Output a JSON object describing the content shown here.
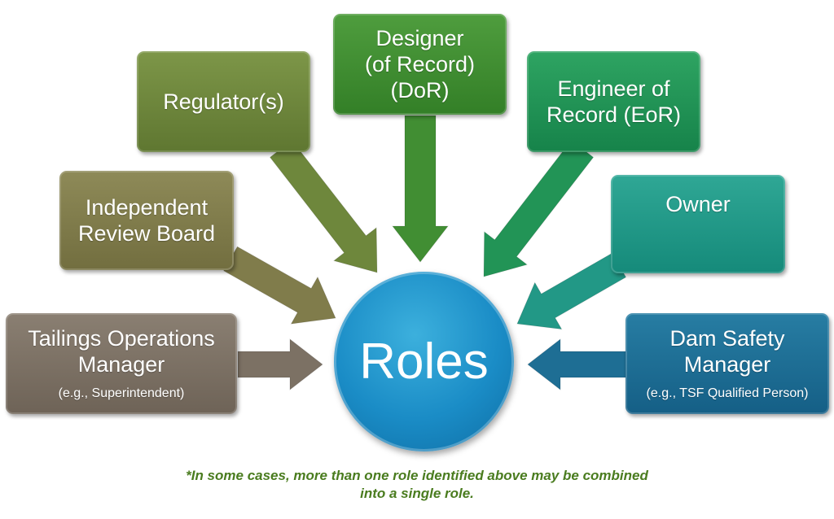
{
  "center": {
    "label": "Roles"
  },
  "roles": {
    "tailings_operations_manager": {
      "title": "Tailings Operations Manager",
      "note": "(e.g., Superintendent)"
    },
    "independent_review_board": {
      "title": "Independent Review Board"
    },
    "regulators": {
      "title": "Regulator(s)"
    },
    "designer_of_record": {
      "title": "Designer (of Record) (DoR)"
    },
    "engineer_of_record": {
      "title": "Engineer of Record (EoR)"
    },
    "owner": {
      "title": "Owner"
    },
    "dam_safety_manager": {
      "title": "Dam Safety Manager",
      "note": "(e.g., TSF Qualified Person)"
    }
  },
  "colors": {
    "tailings_operations_manager": "#7c7164",
    "independent_review_board": "#807c4b",
    "regulators": "#6e873c",
    "designer_of_record": "#418e33",
    "engineer_of_record": "#229456",
    "owner": "#229886",
    "dam_safety_manager": "#1e6e94",
    "roles": "#1a8cc6",
    "footnote": "#4a7c1f"
  },
  "footnote": "*In some cases, more than one role identified above may be combined into a single role."
}
